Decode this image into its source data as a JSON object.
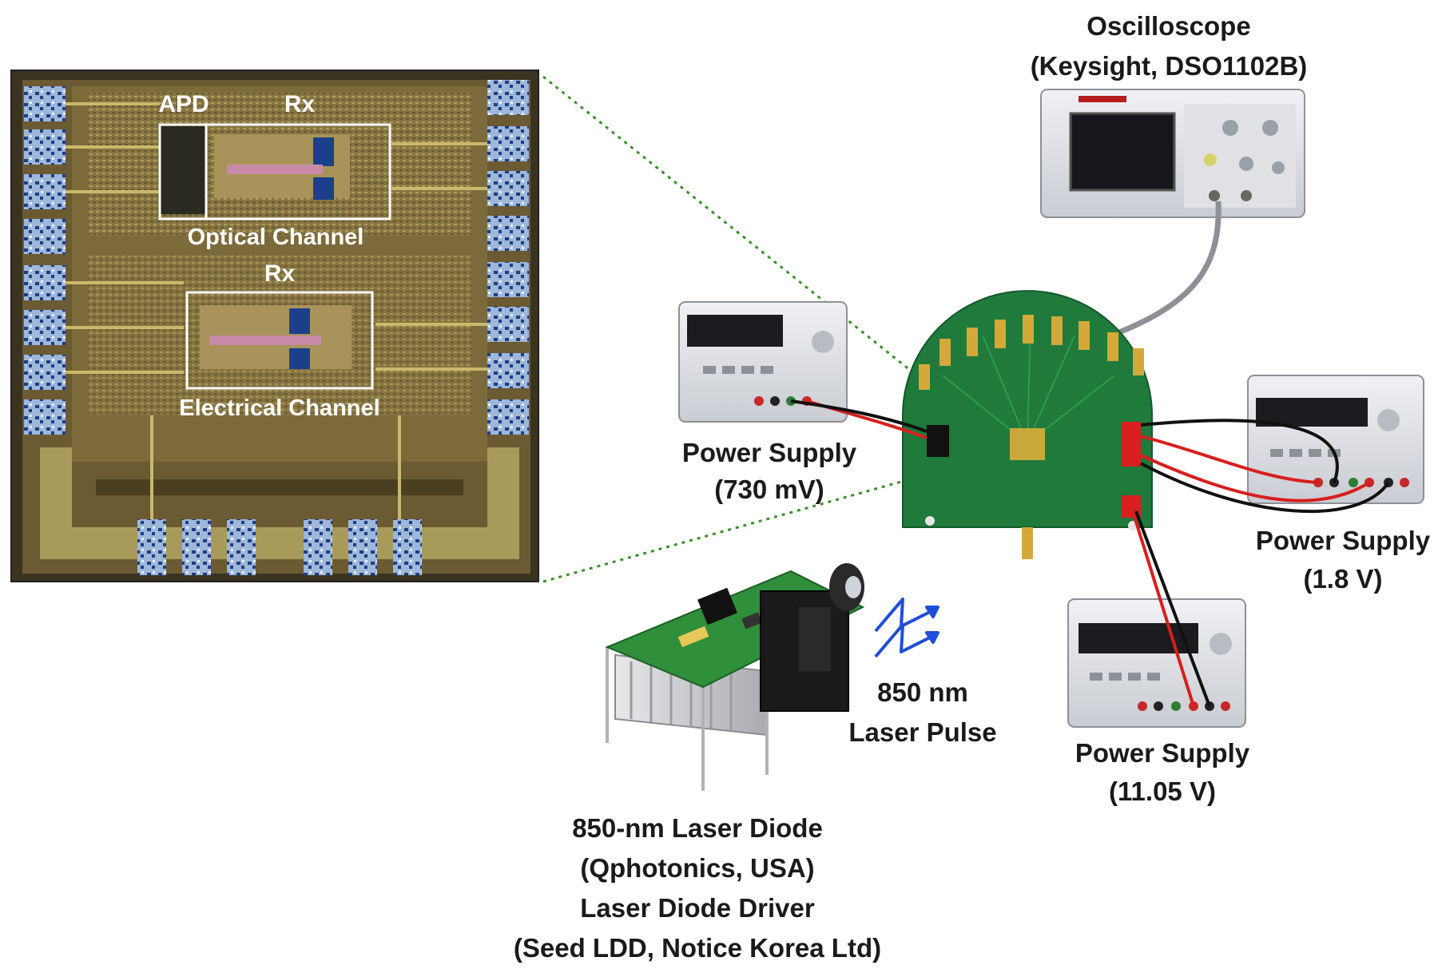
{
  "die_photo": {
    "apd_label": "APD",
    "rx_top_label": "Rx",
    "optical_channel_label": "Optical Channel",
    "rx_bottom_label": "Rx",
    "electrical_channel_label": "Electrical Channel"
  },
  "oscilloscope": {
    "line1": "Oscilloscope",
    "line2": "(Keysight, DSO1102B)"
  },
  "power_supply_left": {
    "line1": "Power Supply",
    "line2": "(730 mV)"
  },
  "power_supply_right": {
    "line1": "Power Supply",
    "line2": "(1.8 V)"
  },
  "power_supply_bottom": {
    "line1": "Power Supply",
    "line2": "(11.05 V)"
  },
  "laser_pulse": {
    "line1": "850 nm",
    "line2": "Laser Pulse"
  },
  "laser_diode": {
    "line1": "850-nm Laser Diode",
    "line2": "(Qphotonics, USA)",
    "line3": "Laser Diode Driver",
    "line4": "(Seed LDD, Notice Korea Ltd)"
  },
  "colors": {
    "die_background": "#6b5a32",
    "pcb_green": "#1f7a3c",
    "red_wire": "#d81e1e",
    "black_wire": "#111111",
    "pulse_blue": "#1f4fd8",
    "zoom_dots": "#3a8f2a"
  }
}
